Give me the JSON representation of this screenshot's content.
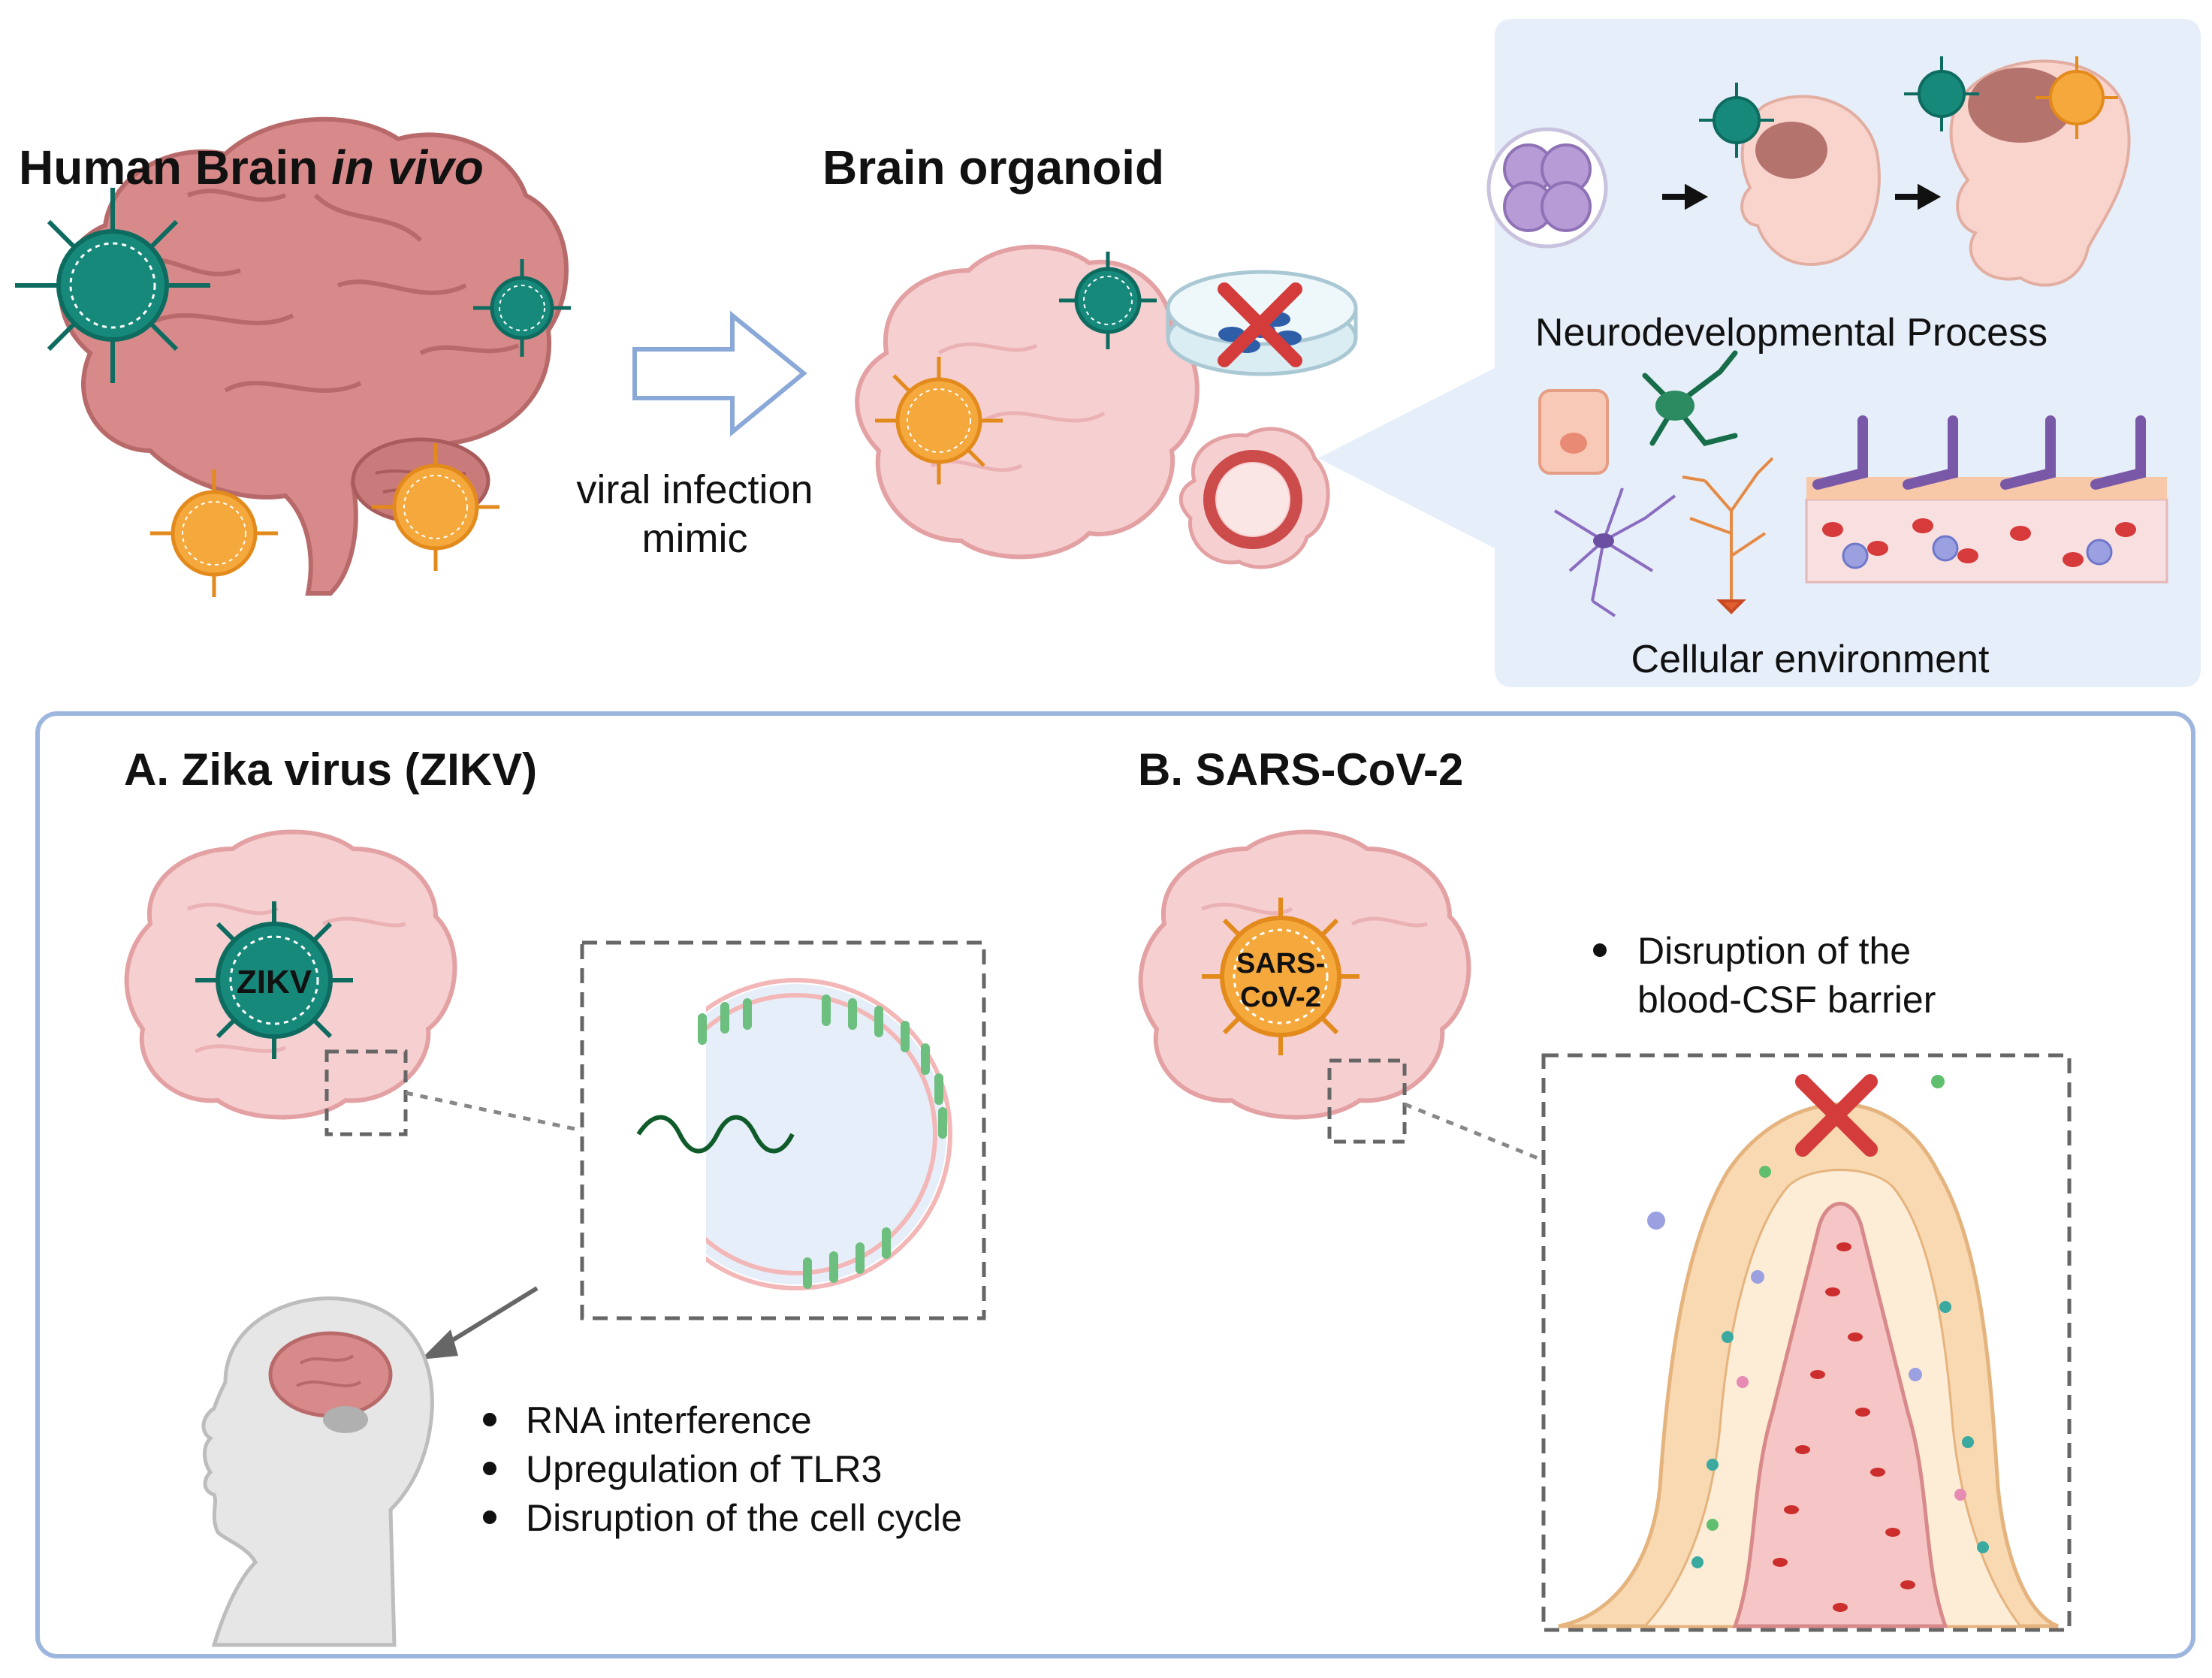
{
  "top": {
    "in_vivo_title_main": "Human Brain ",
    "in_vivo_title_italic": "in vivo",
    "organoid_title": "Brain organoid",
    "arrow_label_line1": "viral infection",
    "arrow_label_line2": "mimic",
    "neurodev_label": "Neurodevelopmental Process",
    "cellular_label": "Cellular environment"
  },
  "panel_a": {
    "heading": "A. Zika virus (ZIKV)",
    "virus_label": "ZIKV",
    "bullets": [
      "RNA interference",
      "Upregulation of TLR3",
      "Disruption of the cell cycle"
    ]
  },
  "panel_b": {
    "heading": "B. SARS-CoV-2",
    "virus_label_line1": "SARS-",
    "virus_label_line2": "CoV-2",
    "bullet_line1": "Disruption of the",
    "bullet_line2": "blood-CSF barrier"
  },
  "colors": {
    "zika_teal": "#16897b",
    "sars_orange": "#f5a83c",
    "brain_pink": "#d88a8a",
    "organoid_pink": "#f6cfd0",
    "highlight_blue": "#e6eef9",
    "frame_blue": "#9db6de",
    "red_cross": "#d43c3c"
  }
}
